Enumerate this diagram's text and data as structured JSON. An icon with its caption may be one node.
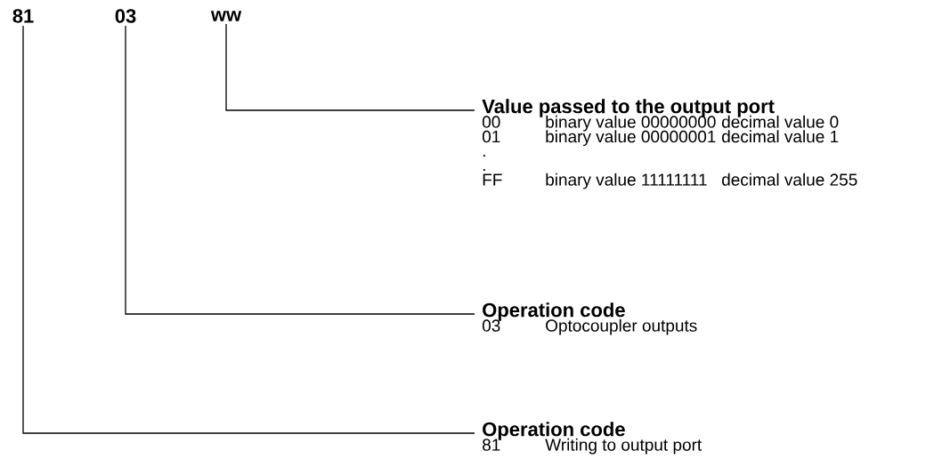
{
  "diagram": {
    "nodes": [
      {
        "text": [
          "81"
        ]
      },
      {
        "text": [
          "03"
        ]
      },
      {
        "text": [
          "ww"
        ]
      },
      {
        "text": [
          "Value passed to the output port",
          "00",
          "binary value 00000000",
          "decimal value 0",
          "01",
          "binary value 00000001",
          "decimal value 1",
          ".",
          ".",
          "FF",
          "binary value 11111111",
          "decimal value 255"
        ]
      },
      {
        "text": [
          "Operation code",
          "03",
          "Optocoupler outputs"
        ]
      },
      {
        "text": [
          "Operation code",
          "81",
          "Writing to output port"
        ]
      }
    ],
    "edges": [
      {
        "from": 2,
        "to": 3,
        "arrow": "none"
      },
      {
        "from": 1,
        "to": 4,
        "arrow": "none"
      },
      {
        "from": 0,
        "to": 5,
        "arrow": "none"
      }
    ]
  }
}
